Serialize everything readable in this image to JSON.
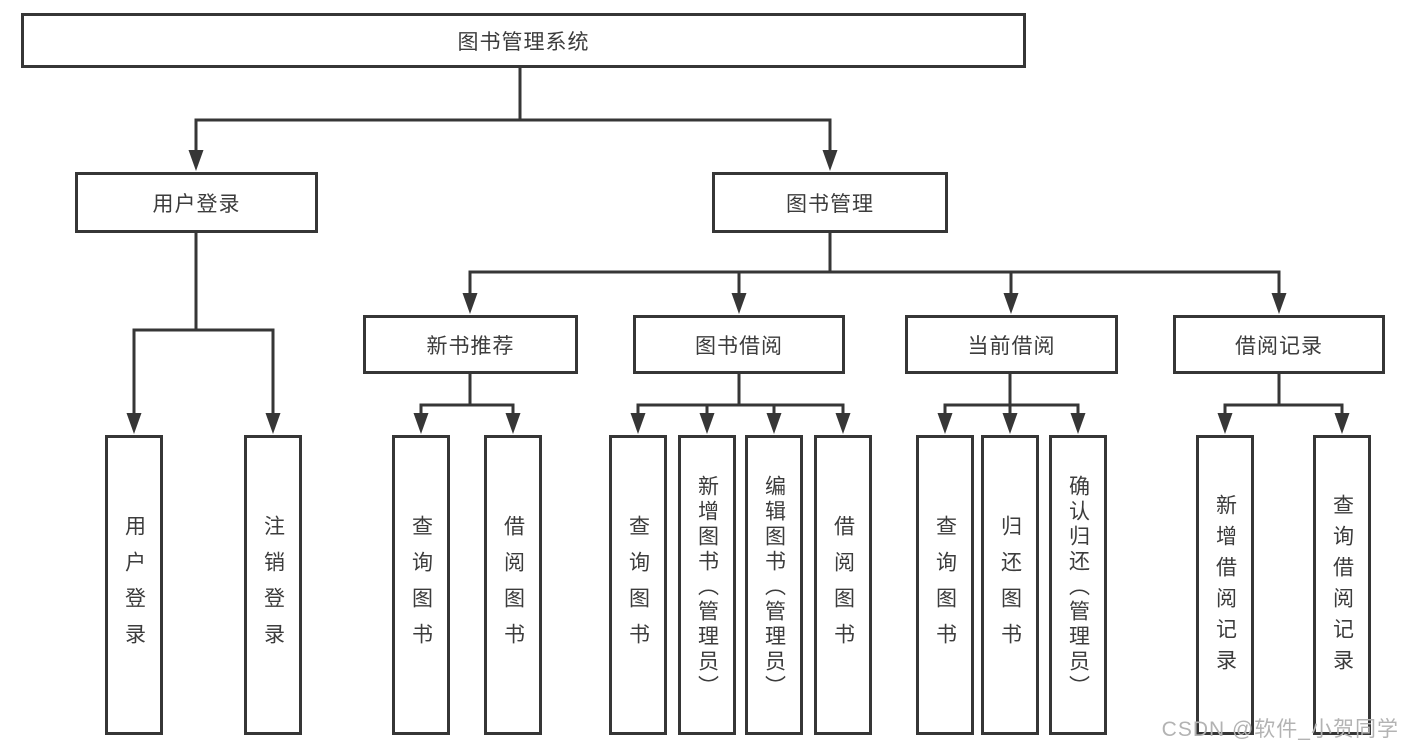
{
  "diagram": {
    "root": {
      "label": "图书管理系统"
    },
    "branches": [
      {
        "label": "用户登录",
        "children": [
          {
            "label": "用户登录"
          },
          {
            "label": "注销登录"
          }
        ]
      },
      {
        "label": "图书管理",
        "children": [
          {
            "label": "新书推荐",
            "children": [
              {
                "label": "查询图书"
              },
              {
                "label": "借阅图书"
              }
            ]
          },
          {
            "label": "图书借阅",
            "children": [
              {
                "label": "查询图书"
              },
              {
                "label": "新增图书（管理员）"
              },
              {
                "label": "编辑图书（管理员）"
              },
              {
                "label": "借阅图书"
              }
            ]
          },
          {
            "label": "当前借阅",
            "children": [
              {
                "label": "查询图书"
              },
              {
                "label": "归还图书"
              },
              {
                "label": "确认归还（管理员）"
              }
            ]
          },
          {
            "label": "借阅记录",
            "children": [
              {
                "label": "新增借阅记录"
              },
              {
                "label": "查询借阅记录"
              }
            ]
          }
        ]
      }
    ]
  },
  "watermark": {
    "text": "CSDN @软件_小贺同学"
  },
  "colors": {
    "line": "#363636",
    "text": "#3c3c3c",
    "watermark": "#b3b3b3",
    "background": "#ffffff"
  }
}
